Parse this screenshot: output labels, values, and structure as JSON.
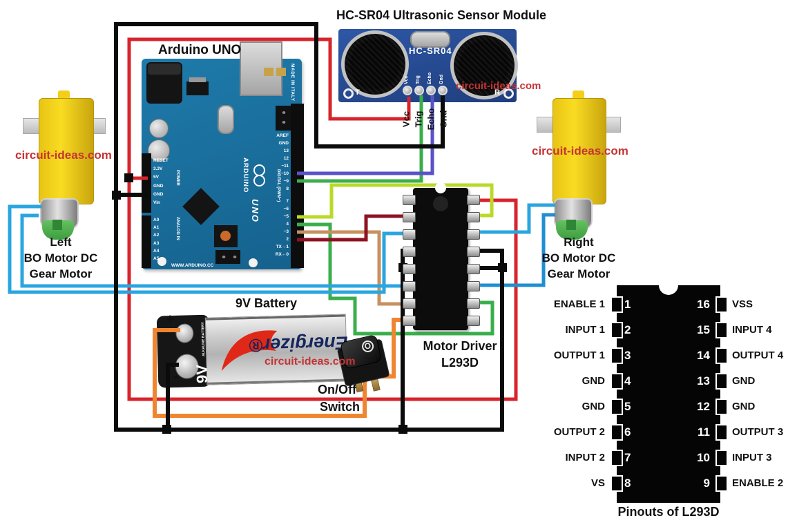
{
  "watermark": "circuit-ideas.com",
  "sensor": {
    "title": "HC-SR04 Ultrasonic Sensor Module",
    "chip_label": "HC-SR04",
    "left_marker": "T",
    "right_marker": "R",
    "pins": [
      "Vcc",
      "Trig",
      "Echo",
      "Gnd"
    ]
  },
  "arduino": {
    "label": "Arduino UNO",
    "made_in": "MADE IN ITALY",
    "brand": "ARDUINO",
    "model": "UNO",
    "website": "WWW.ARDUINO.CC",
    "digital_header": "DIGITAL (PWM~)",
    "power_header": "POWER",
    "analog_header": "ANALOG IN",
    "digital_pins_top": [
      "AREF",
      "GND",
      "13",
      "12",
      "~11",
      "~10",
      "~9",
      "8"
    ],
    "digital_pins_bottom": [
      "7",
      "~6",
      "~5",
      "4",
      "~3",
      "2",
      "TX→1",
      "RX←0"
    ],
    "power_pins": [
      "RESET",
      "3.3V",
      "5V",
      "GND",
      "GND",
      "Vin"
    ],
    "analog_pins": [
      "A0",
      "A1",
      "A2",
      "A3",
      "A4",
      "A5"
    ]
  },
  "left_motor": {
    "lines": [
      "Left",
      "BO Motor DC",
      "Gear Motor"
    ]
  },
  "right_motor": {
    "lines": [
      "Right",
      "BO Motor DC",
      "Gear Motor"
    ]
  },
  "battery": {
    "label": "9V Battery",
    "brand": "Energizer®",
    "voltage": "9V",
    "type": "ALKALINE BATTERY",
    "plus": "+",
    "minus": "-"
  },
  "power_switch": {
    "lines": [
      "On/Off",
      "Switch"
    ],
    "marking": "O"
  },
  "driver": {
    "lines": [
      "Motor Driver",
      "L293D"
    ]
  },
  "pinout": {
    "caption": "Pinouts of L293D",
    "left": [
      {
        "num": "1",
        "label": "ENABLE 1"
      },
      {
        "num": "2",
        "label": "INPUT 1"
      },
      {
        "num": "3",
        "label": "OUTPUT 1"
      },
      {
        "num": "4",
        "label": "GND"
      },
      {
        "num": "5",
        "label": "GND"
      },
      {
        "num": "6",
        "label": "OUTPUT 2"
      },
      {
        "num": "7",
        "label": "INPUT 2"
      },
      {
        "num": "8",
        "label": "VS"
      }
    ],
    "right": [
      {
        "num": "16",
        "label": "VSS"
      },
      {
        "num": "15",
        "label": "INPUT 4"
      },
      {
        "num": "14",
        "label": "OUTPUT 4"
      },
      {
        "num": "13",
        "label": "GND"
      },
      {
        "num": "12",
        "label": "GND"
      },
      {
        "num": "11",
        "label": "OUTPUT 3"
      },
      {
        "num": "10",
        "label": "INPUT 3"
      },
      {
        "num": "9",
        "label": "ENABLE 2"
      }
    ]
  },
  "wire_colors": {
    "black": "#0b0b0b",
    "red": "#d7242c",
    "dark_red": "#8e1322",
    "green": "#3bae4c",
    "yellow_green": "#b9da28",
    "purple": "#5a52c8",
    "cyan": "#29a5e0",
    "blue": "#1f8fd2",
    "orange": "#f08531",
    "brown": "#c6915f"
  }
}
